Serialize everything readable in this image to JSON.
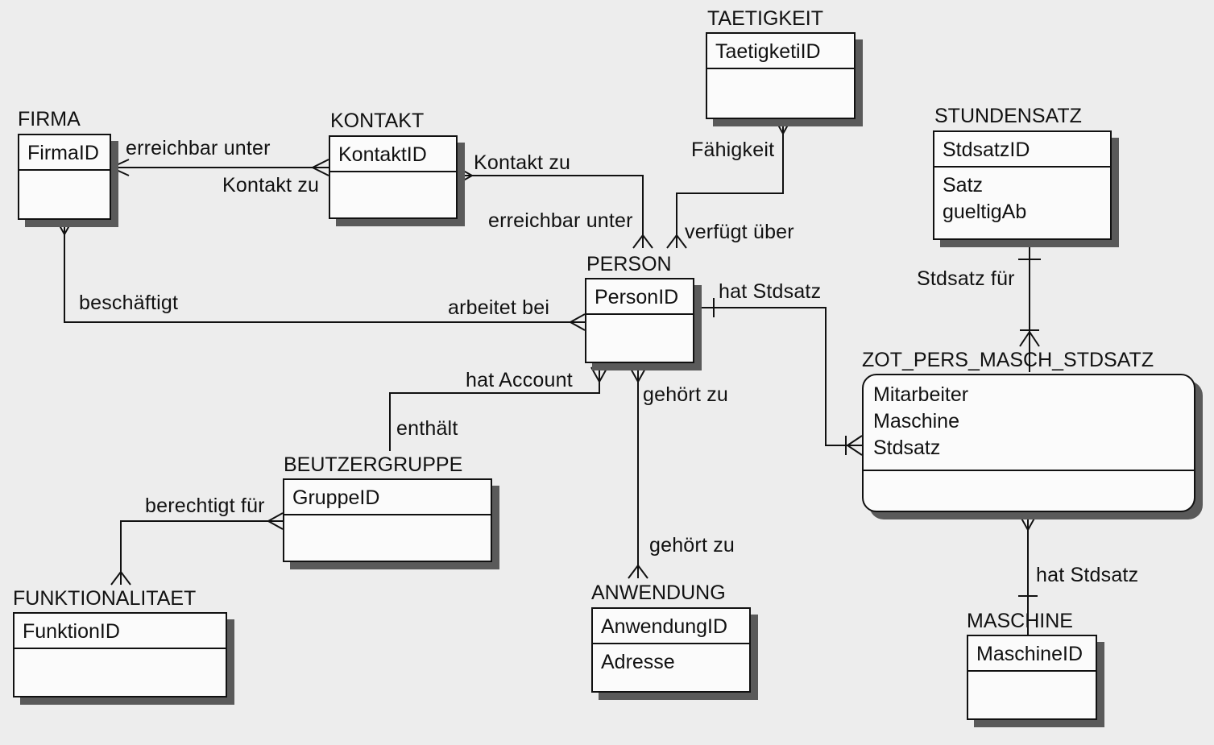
{
  "entities": {
    "firma": {
      "title": "FIRMA",
      "key": "FirmaID"
    },
    "kontakt": {
      "title": "KONTAKT",
      "key": "KontaktID"
    },
    "taetigkeit": {
      "title": "TAETIGKEIT",
      "key": "TaetigketiID"
    },
    "stundensatz": {
      "title": "STUNDENSATZ",
      "key": "StdsatzID",
      "attrs": [
        "Satz",
        "gueltigAb"
      ]
    },
    "person": {
      "title": "PERSON",
      "key": "PersonID"
    },
    "zot": {
      "title": "ZOT_PERS_MASCH_STDSATZ",
      "attrs": [
        "Mitarbeiter",
        "Maschine",
        "Stdsatz"
      ]
    },
    "beutzergruppe": {
      "title": "BEUTZERGRUPPE",
      "key": "GruppeID"
    },
    "funktionalitaet": {
      "title": "FUNKTIONALITAET",
      "key": "FunktionID"
    },
    "anwendung": {
      "title": "ANWENDUNG",
      "key": "AnwendungID",
      "attrs": [
        "Adresse"
      ]
    },
    "maschine": {
      "title": "MASCHINE",
      "key": "MaschineID"
    }
  },
  "relationships": {
    "firma_erreichbar": "erreichbar unter",
    "kontakt_zu_firma": "Kontakt zu",
    "kontakt_zu_person": "Kontakt zu",
    "erreichbar_unter_person": "erreichbar unter",
    "faehigkeit": "Fähigkeit",
    "verfuegt_ueber": "verfügt über",
    "beschaeftigt": "beschäftigt",
    "arbeitet_bei": "arbeitet bei",
    "hat_stdsatz_person": "hat Stdsatz",
    "stdsatz_fuer": "Stdsatz für",
    "hat_account": "hat Account",
    "gehoert_zu_1": "gehört zu",
    "enthaelt": "enthält",
    "berechtigt_fuer": "berechtigt für",
    "gehoert_zu_2": "gehört zu",
    "hat_stdsatz_maschine": "hat Stdsatz"
  }
}
